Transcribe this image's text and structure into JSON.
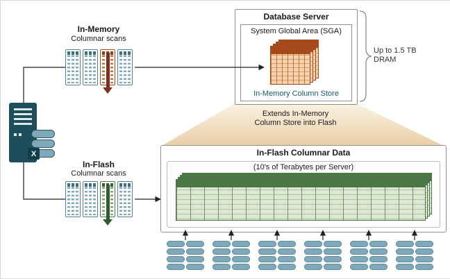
{
  "colors": {
    "teal": "#7FA8B8",
    "teal_dark": "#1F4D5C",
    "orange": "#C87137",
    "orange_border": "#A64A1C",
    "maroon_arrow": "#7E2F22",
    "green": "#7FA070",
    "green_border": "#4A7745",
    "green_arrow": "#2F5D2B",
    "funnel_tan": "#EACFA6",
    "line": "#222222"
  },
  "in_memory": {
    "title": "In-Memory",
    "subtitle": "Columnar scans"
  },
  "in_flash": {
    "title": "In-Flash",
    "subtitle": "Columnar scans"
  },
  "database_server": {
    "title": "Database Server",
    "sga_title": "System Global Area (SGA)",
    "store_label": "In-Memory Column Store"
  },
  "dram_note": {
    "line1": "Up to 1.5 TB",
    "line2": "DRAM"
  },
  "funnel": {
    "line1": "Extends In-Memory",
    "line2": "Column Store into Flash"
  },
  "flash_box": {
    "title": "In-Flash Columnar Data",
    "subtitle": "(10's of Terabytes per Server)"
  },
  "storage_server": {
    "badge": "X"
  },
  "scan_rows": {
    "count": 4,
    "highlight_index": 2
  },
  "flash_array": {
    "groups": 6,
    "rows": 4,
    "pills_per_row": 2
  }
}
